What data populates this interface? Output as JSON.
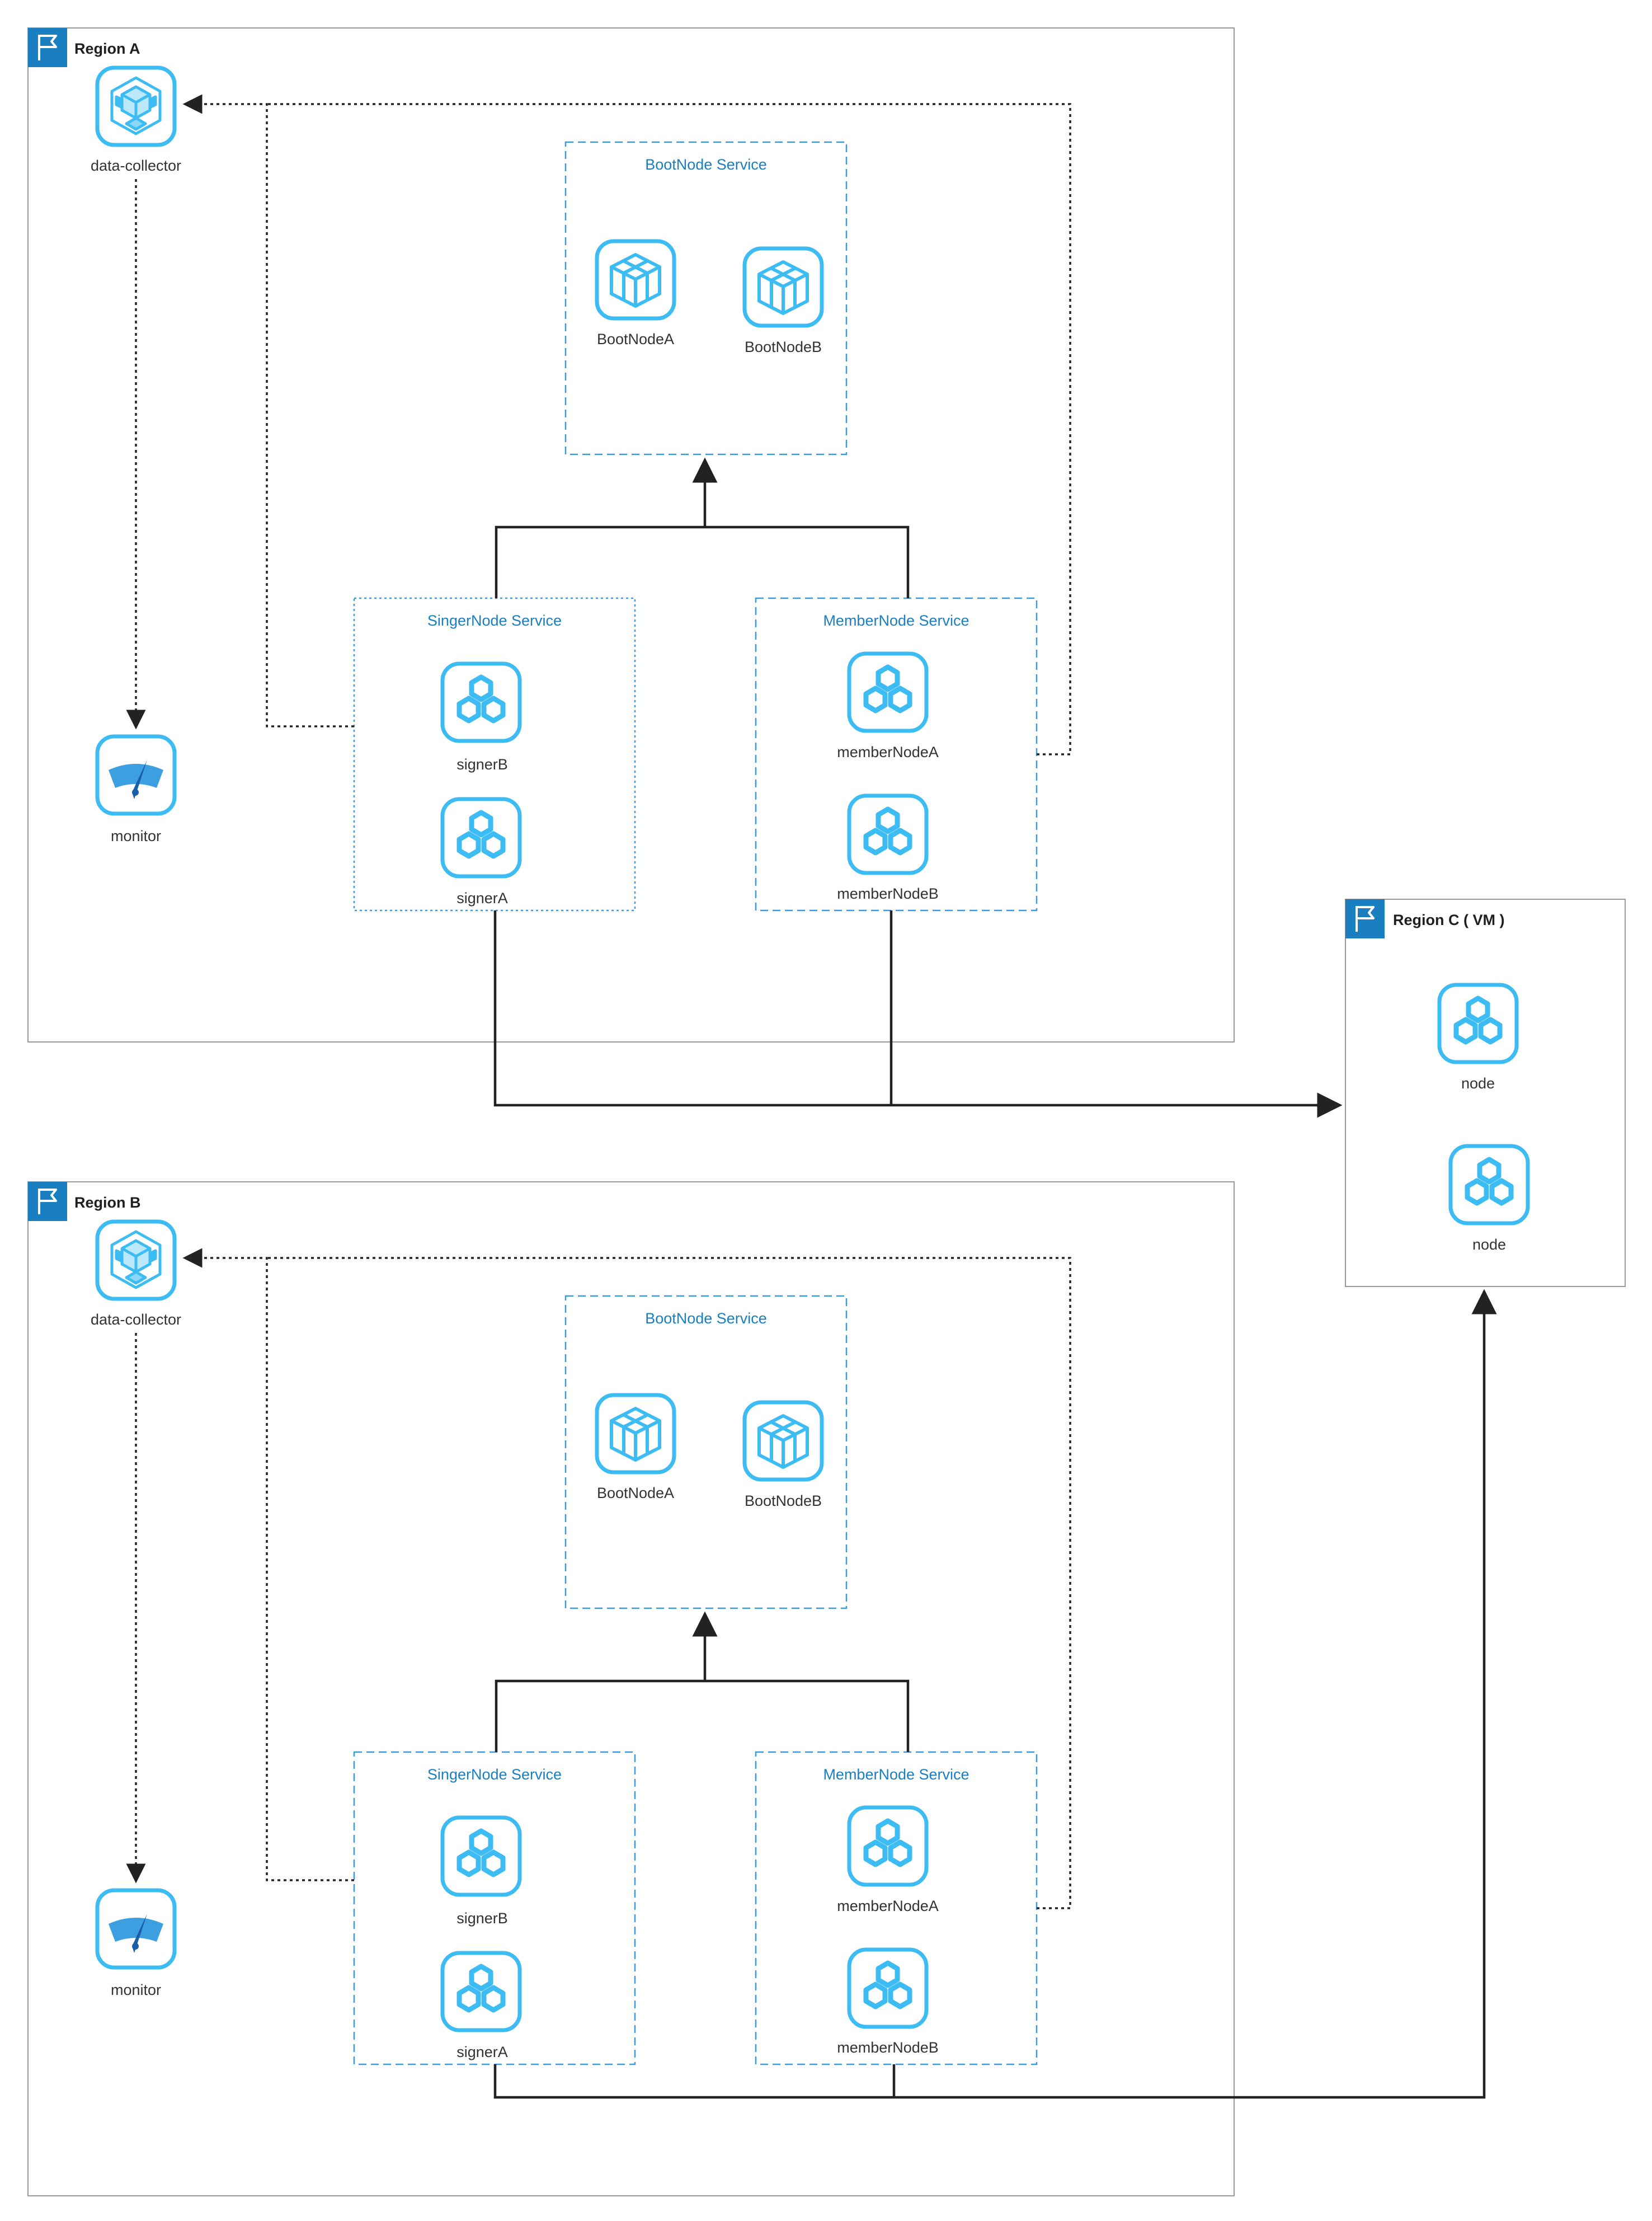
{
  "colors": {
    "region_border": "#999999",
    "service_border": "#3d9ad6",
    "flag_bg": "#1a7fc1",
    "icon_stroke": "#3cbcf2",
    "icon_fill": "#ffffff",
    "connector": "#222222"
  },
  "regions": {
    "a": {
      "title": "Region A",
      "data_collector": {
        "label": "data-collector",
        "icon": "cube-cluster-icon"
      },
      "monitor": {
        "label": "monitor",
        "icon": "gauge-icon"
      },
      "bootnode_service": {
        "title": "BootNode Service",
        "nodes": [
          "BootNodeA",
          "BootNodeB"
        ],
        "icon": "box-icon"
      },
      "singernode_service": {
        "title": "SingerNode Service",
        "nodes": [
          "signerB",
          "signerA"
        ],
        "icon": "hexagon-cluster-icon"
      },
      "membernode_service": {
        "title": "MemberNode Service",
        "nodes": [
          "memberNodeA",
          "memberNodeB"
        ],
        "icon": "hexagon-cluster-icon"
      }
    },
    "b": {
      "title": "Region B",
      "data_collector": {
        "label": "data-collector",
        "icon": "cube-cluster-icon"
      },
      "monitor": {
        "label": "monitor",
        "icon": "gauge-icon"
      },
      "bootnode_service": {
        "title": "BootNode Service",
        "nodes": [
          "BootNodeA",
          "BootNodeB"
        ],
        "icon": "box-icon"
      },
      "singernode_service": {
        "title": "SingerNode Service",
        "nodes": [
          "signerB",
          "signerA"
        ],
        "icon": "hexagon-cluster-icon"
      },
      "membernode_service": {
        "title": "MemberNode Service",
        "nodes": [
          "memberNodeA",
          "memberNodeB"
        ],
        "icon": "hexagon-cluster-icon"
      }
    },
    "c": {
      "title": "Region C ( VM )",
      "nodes": [
        "node",
        "node"
      ],
      "icon": "hexagon-cluster-icon"
    }
  }
}
